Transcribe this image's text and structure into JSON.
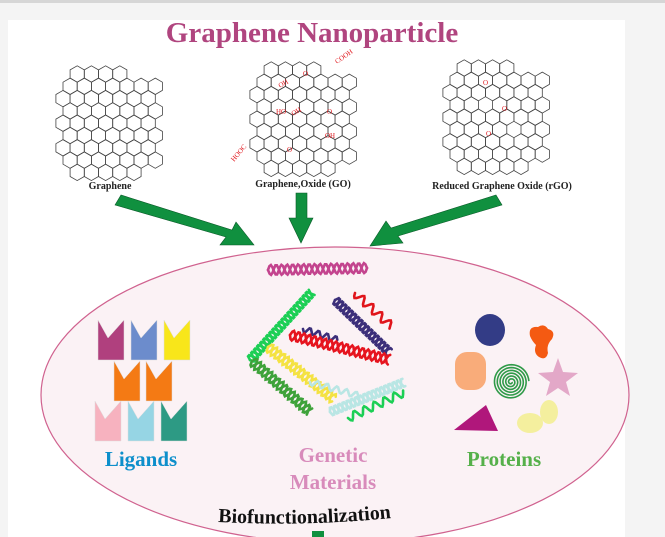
{
  "title": "Graphene Nanoparticle",
  "nanoparticles": [
    {
      "label": "Graphene",
      "groups": []
    },
    {
      "label": "Graphene,Oxide (GO)",
      "groups": [
        "COOH",
        "O",
        "OH",
        "HO",
        "OH",
        "O",
        "OH",
        "HOOC",
        "O"
      ]
    },
    {
      "label": "Reduced Graphene Oxide (rGO)",
      "groups": [
        "O",
        "O",
        "O"
      ]
    }
  ],
  "categories": {
    "ligands": "Ligands",
    "genetic_line1": "Genetic",
    "genetic_line2": "Materials",
    "proteins": "Proteins"
  },
  "footer": "Biofunctionalization",
  "colors": {
    "title": "#b0457f",
    "arrow": "#10903f",
    "ellipse_fill": "#fbf2f5",
    "ellipse_stroke": "#d0628f",
    "ligands": "#0d8fcb",
    "genetic": "#d88bbb",
    "proteins": "#55b04a",
    "group_red": "#e0151b"
  }
}
